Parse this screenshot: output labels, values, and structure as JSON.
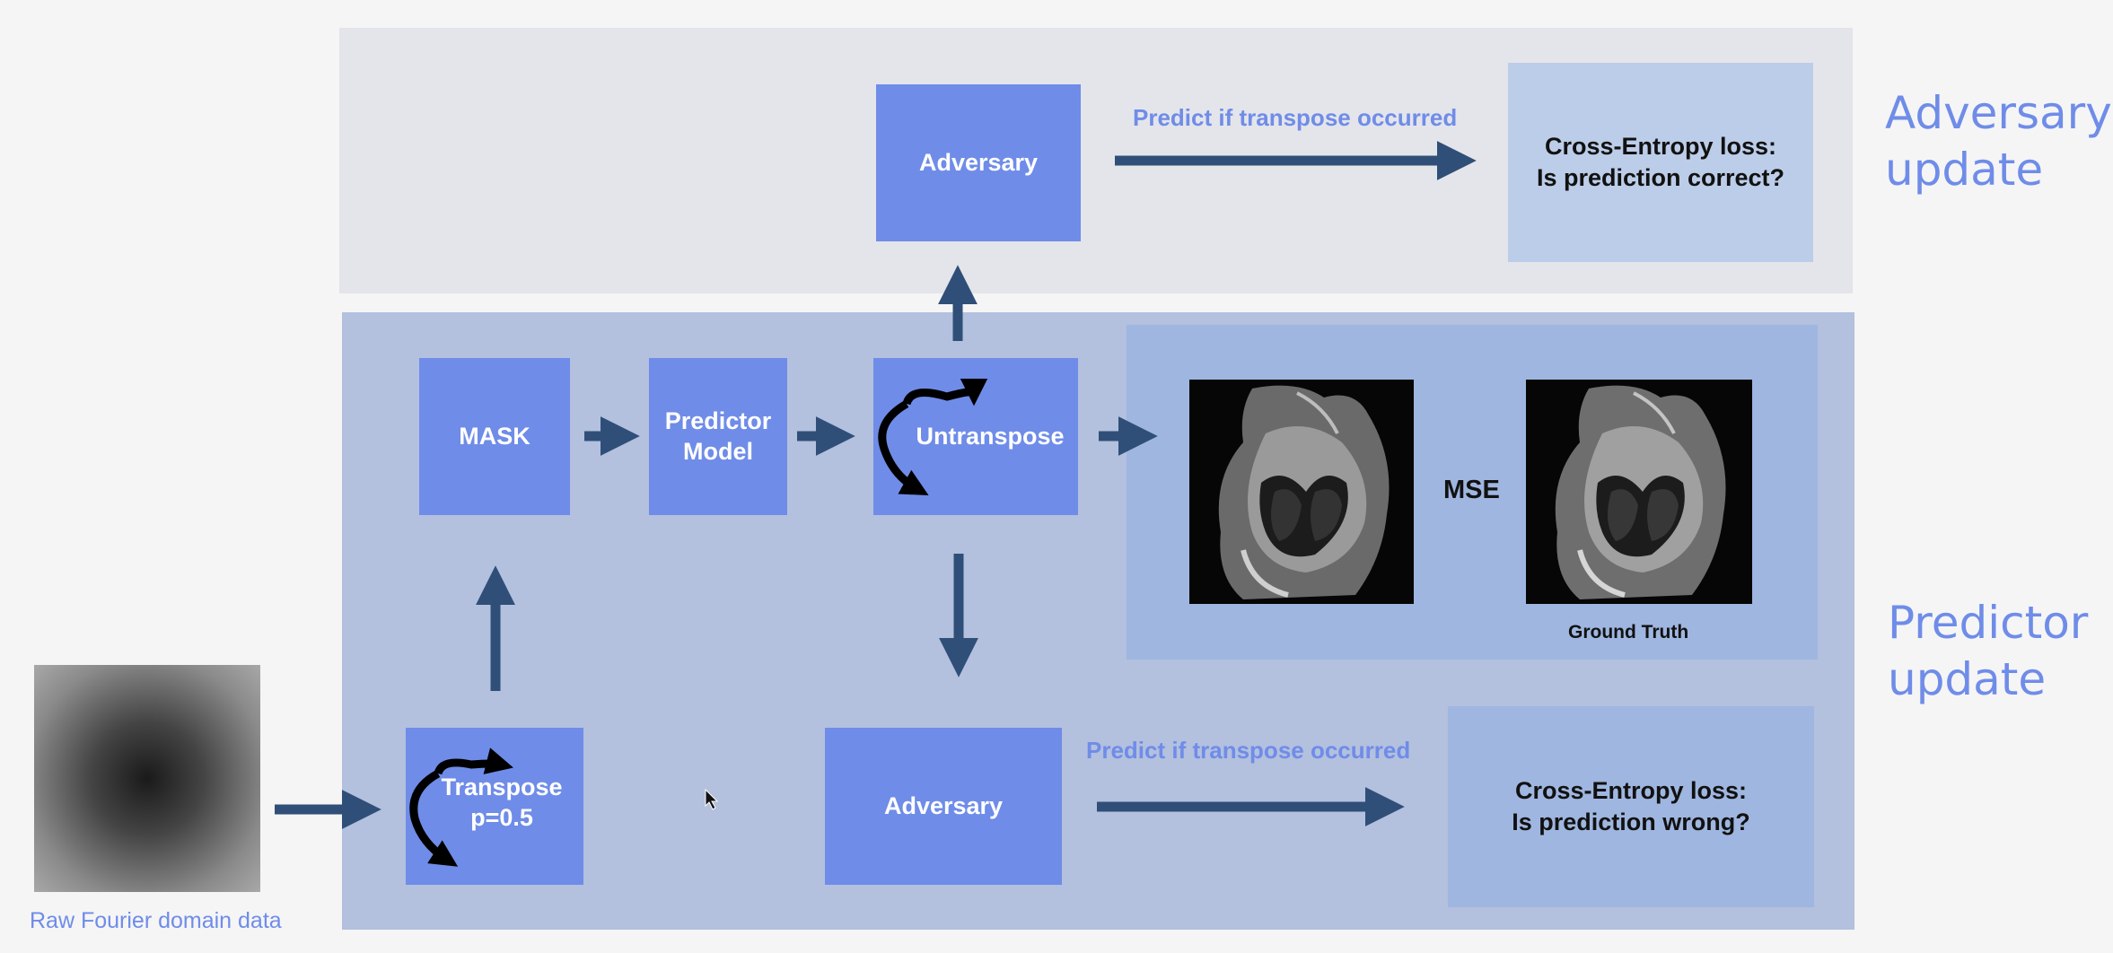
{
  "panels": {
    "adversary_update_label": "Adversary update",
    "predictor_update_label": "Predictor update"
  },
  "boxes": {
    "adversary_top": "Adversary",
    "adversary_bottom": "Adversary",
    "mask": "MASK",
    "predictor_model": "Predictor Model",
    "untranspose": "Untranspose",
    "transpose": "Transpose p=0.5"
  },
  "labels": {
    "predict_top": "Predict if transpose occurred",
    "predict_bottom": "Predict if transpose occurred",
    "mse": "MSE",
    "ground_truth": "Ground Truth",
    "raw_fourier": "Raw Fourier domain data"
  },
  "losses": {
    "top_line1": "Cross-Entropy loss:",
    "top_line2": "Is prediction correct?",
    "bottom_line1": "Cross-Entropy loss:",
    "bottom_line2": "Is prediction wrong?"
  },
  "colors": {
    "box_fill": "#6f8ce8",
    "arrow": "#2f4f78",
    "top_panel": "#e4e5ea",
    "bottom_panel": "#b3c0de",
    "accent_text": "#6f8ce8"
  },
  "icons": {
    "rotate": "curved-double-arrow-icon",
    "cursor": "mouse-pointer-icon"
  }
}
